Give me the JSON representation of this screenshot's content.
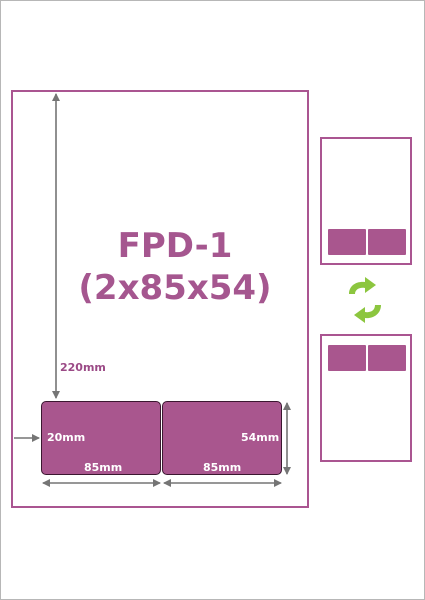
{
  "product": {
    "title_line1": "FPD-1",
    "title_line2": "(2x85x54)"
  },
  "dimensions": {
    "sheet_height": "220mm",
    "margin_left": "20mm",
    "card_height": "54mm",
    "card1_width": "85mm",
    "card2_width": "85mm"
  },
  "layout": {
    "cards": 2,
    "orientation_options": [
      "cards-top",
      "cards-bottom"
    ]
  },
  "icons": {
    "swap": "swap-arrows-icon"
  },
  "colors": {
    "accent": "#a9568e",
    "border": "#aa5591",
    "arrow": "#757575",
    "swap_icon": "#8cc63f"
  }
}
